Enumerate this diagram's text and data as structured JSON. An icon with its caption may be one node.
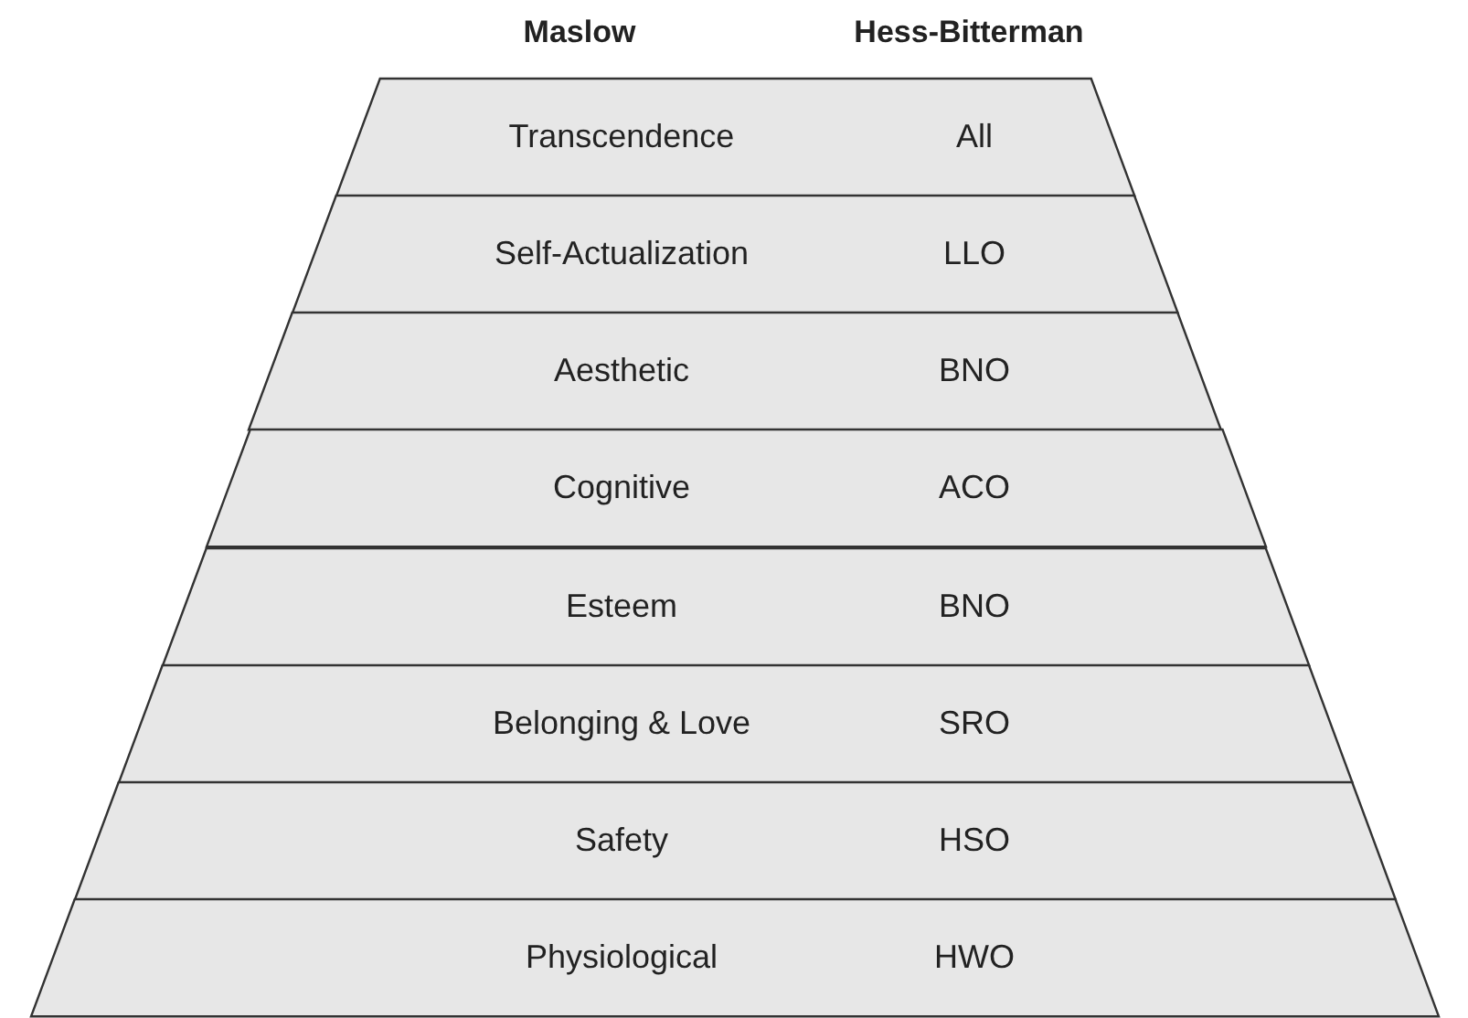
{
  "diagram": {
    "nodes": [
      {
        "text": [
          "Transcendence",
          "All"
        ]
      },
      {
        "text": [
          "Self-Actualization",
          "LLO"
        ]
      },
      {
        "text": [
          "Aesthetic",
          "BNO"
        ]
      },
      {
        "text": [
          "Cognitive",
          "ACO"
        ]
      },
      {
        "text": [
          "Esteem",
          "BNO"
        ]
      },
      {
        "text": [
          "Belonging & Love",
          "SRO"
        ]
      },
      {
        "text": [
          "Safety",
          "HSO"
        ]
      },
      {
        "text": [
          "Physiological",
          "HWO"
        ]
      }
    ],
    "labels": [
      "Maslow",
      "Hess-Bitterman"
    ]
  }
}
